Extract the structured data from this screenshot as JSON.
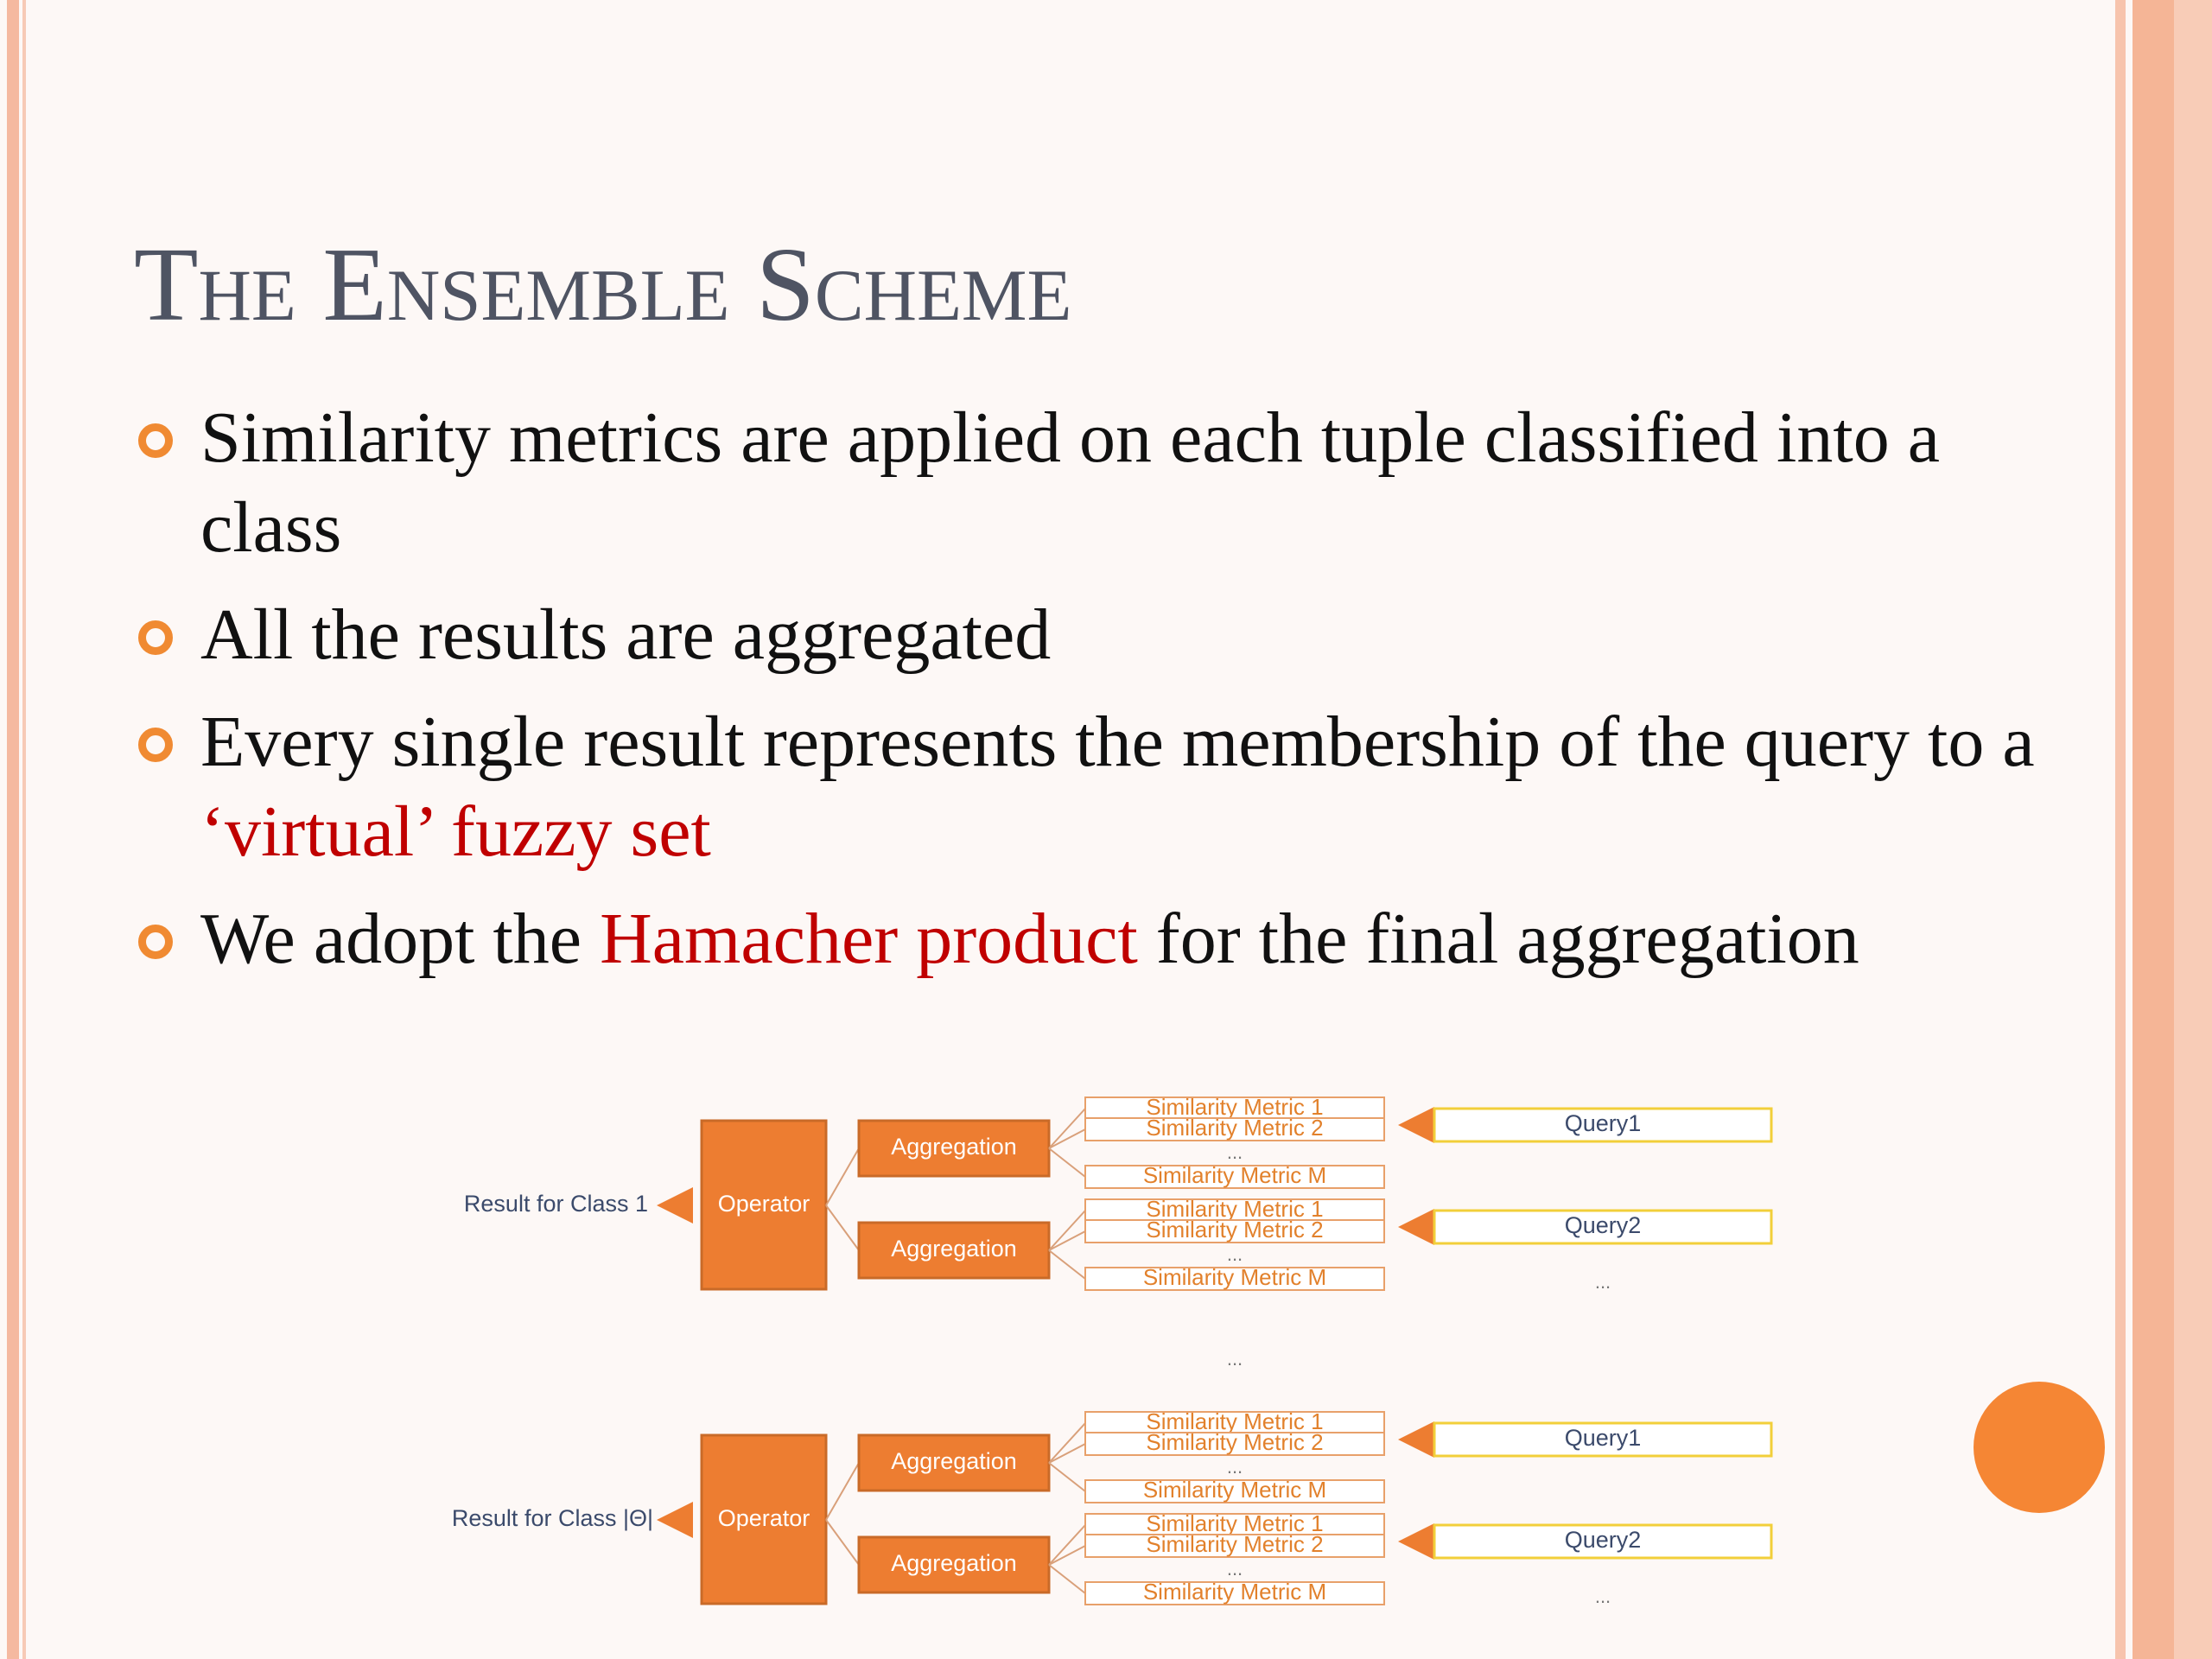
{
  "slide": {
    "title": "The Ensemble Scheme",
    "accent_color": "#f08a32",
    "highlight_color": "#c00000",
    "bullets": [
      {
        "parts": [
          {
            "text": "Similarity metrics are applied on each tuple classified into a class"
          }
        ]
      },
      {
        "parts": [
          {
            "text": "All the results are aggregated"
          }
        ]
      },
      {
        "parts": [
          {
            "text": "Every single result represents the membership of the query to a "
          },
          {
            "text": "‘virtual’ fuzzy set",
            "highlight": true
          }
        ]
      },
      {
        "parts": [
          {
            "text": "We adopt the "
          },
          {
            "text": "Hamacher product",
            "highlight": true
          },
          {
            "text": " for the final aggregation"
          }
        ]
      }
    ]
  },
  "diagram": {
    "operator_label": "Operator",
    "aggregation_label": "Aggregation",
    "metric_labels": [
      "Similarity Metric 1",
      "Similarity Metric 2",
      "...",
      "Similarity Metric M"
    ],
    "ellipsis": "...",
    "colors": {
      "box_fill": "#ed7d31",
      "box_border": "#c96a28",
      "metric_border": "#e8a06a",
      "query_border": "#f2cf3a",
      "arrow": "#ed7d31"
    },
    "groups": [
      {
        "result_label": "Result for Class 1",
        "queries": [
          "Query1",
          "Query2"
        ]
      },
      {
        "result_label": "Result for Class |Θ|",
        "queries": [
          "Query1",
          "Query2"
        ]
      }
    ]
  }
}
